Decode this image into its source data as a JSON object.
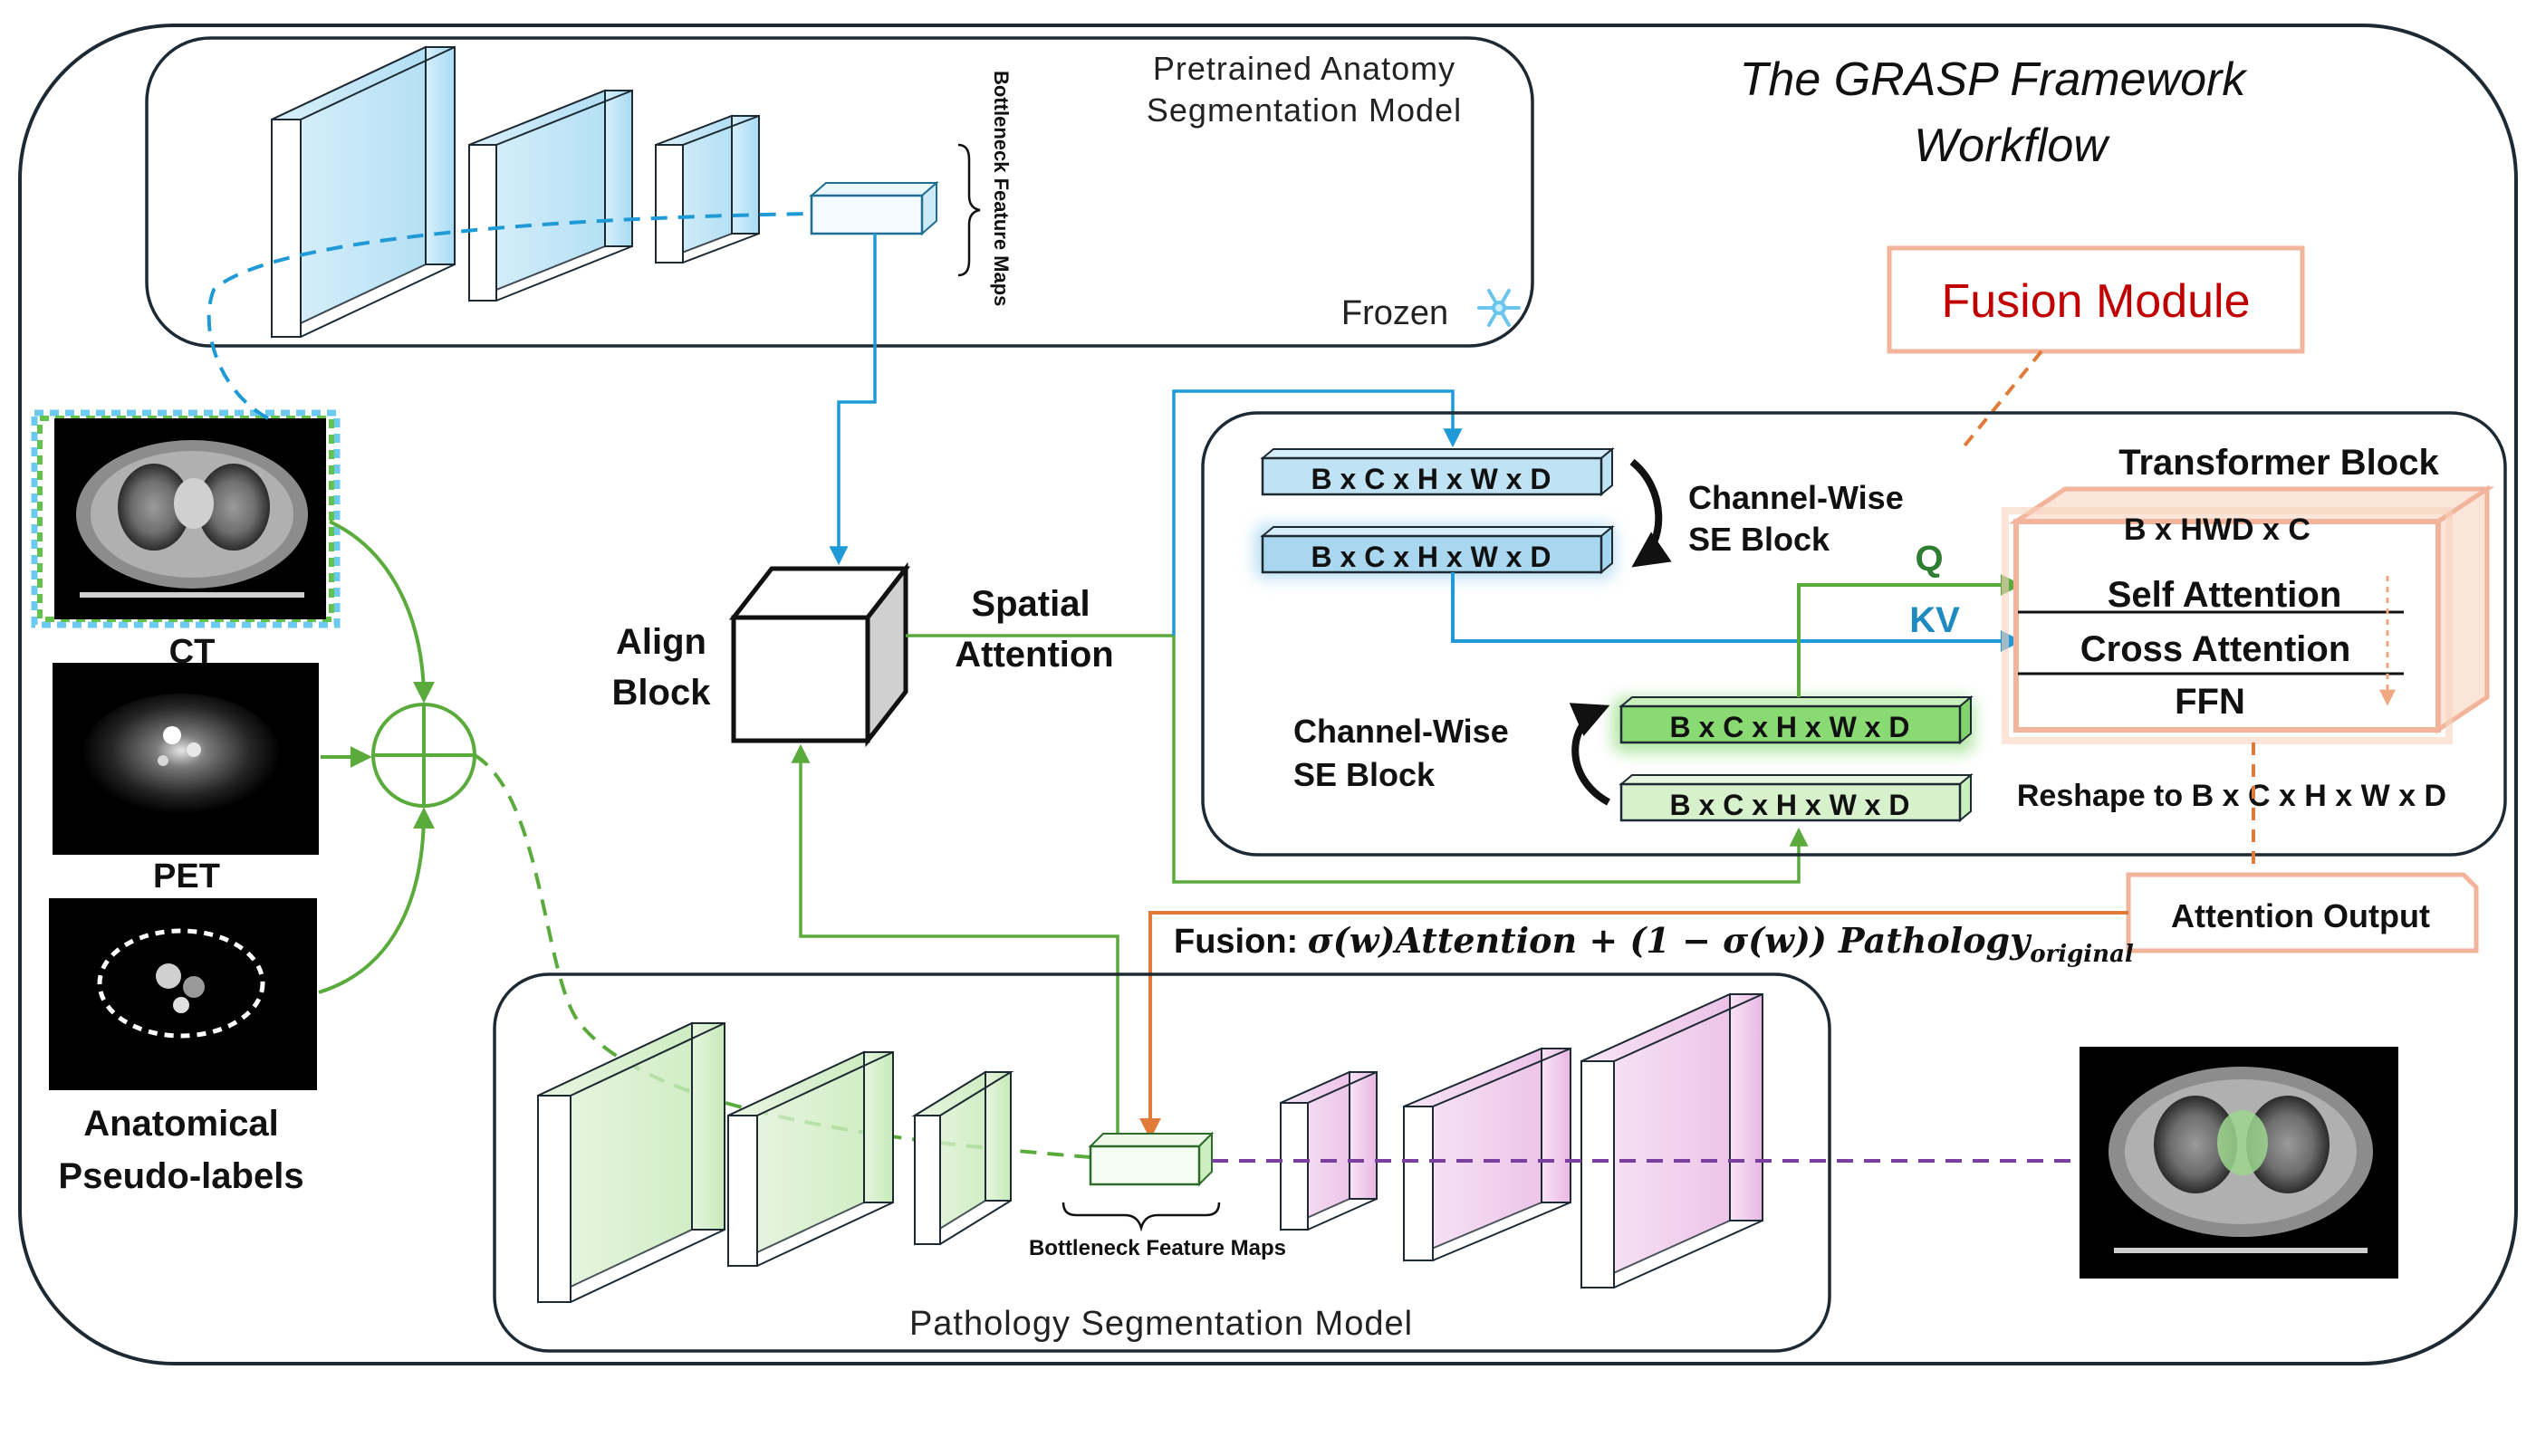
{
  "title": {
    "line1": "The GRASP Framework",
    "line2": "Workflow"
  },
  "anatomy_model": {
    "title_line1": "Pretrained Anatomy",
    "title_line2": "Segmentation Model",
    "bottleneck_label": "Bottleneck Feature Maps",
    "frozen_label": "Frozen",
    "frozen_icon": "snowflake-icon"
  },
  "inputs": {
    "ct_label": "CT",
    "pet_label": "PET",
    "pseudo_line1": "Anatomical",
    "pseudo_line2": "Pseudo-labels",
    "combine_icon": "circled-plus-icon"
  },
  "align_block": {
    "line1": "Align",
    "line2": "Block"
  },
  "spatial_attention": {
    "line1": "Spatial",
    "line2": "Attention"
  },
  "fusion_module": {
    "label": "Fusion Module"
  },
  "transformer": {
    "title": "Transformer Block",
    "shape_label": "B x HWD x C",
    "rows": [
      "Self Attention",
      "Cross Attention",
      "FFN"
    ],
    "q_label": "Q",
    "kv_label": "KV",
    "reshape_label": "Reshape to B x C x H x W x D"
  },
  "se_blocks": {
    "top_line1": "Channel-Wise",
    "top_line2": "SE Block",
    "bottom_line1": "Channel-Wise",
    "bottom_line2": "SE Block",
    "tensor_label": "B x C x H x W x D"
  },
  "attention_output": {
    "label": "Attention Output"
  },
  "fusion_formula": {
    "prefix": "Fusion: ",
    "part1": "σ(w)Attention + (1 − σ(w)) Pathology",
    "subscript": "original"
  },
  "pathology_model": {
    "title": "Pathology Segmentation Model",
    "bottleneck_label": "Bottleneck Feature Maps"
  },
  "colors": {
    "blue": "#1f9ad6",
    "green": "#5aab3c",
    "orange": "#e07b39",
    "purple": "#7b3fa0",
    "dark_red": "#c00000",
    "peach": "#f2b49a",
    "kv_blue": "#1f8ac0",
    "q_green": "#2e7d32"
  }
}
